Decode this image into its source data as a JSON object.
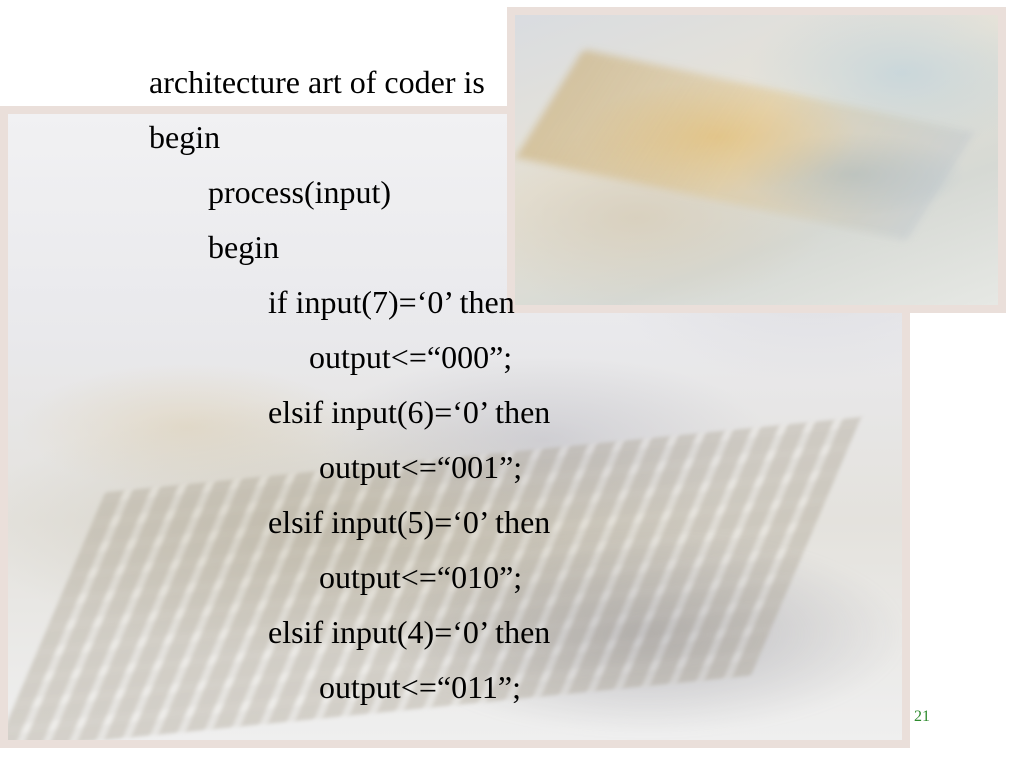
{
  "slide": {
    "code_lines": [
      "architecture art of coder is",
      "begin",
      "process(input)",
      "begin",
      "if input(7)=‘0’ then",
      "output<=“000”;",
      "elsif input(6)=‘0’ then",
      "output<=“001”;",
      "elsif input(5)=‘0’ then",
      "output<=“010”;",
      "elsif input(4)=‘0’ then",
      "output<=“011”;"
    ],
    "page_number": "21"
  },
  "colors": {
    "text": "#000000",
    "page_number": "#2e8b2e",
    "photo_frame": "#eadfda"
  }
}
